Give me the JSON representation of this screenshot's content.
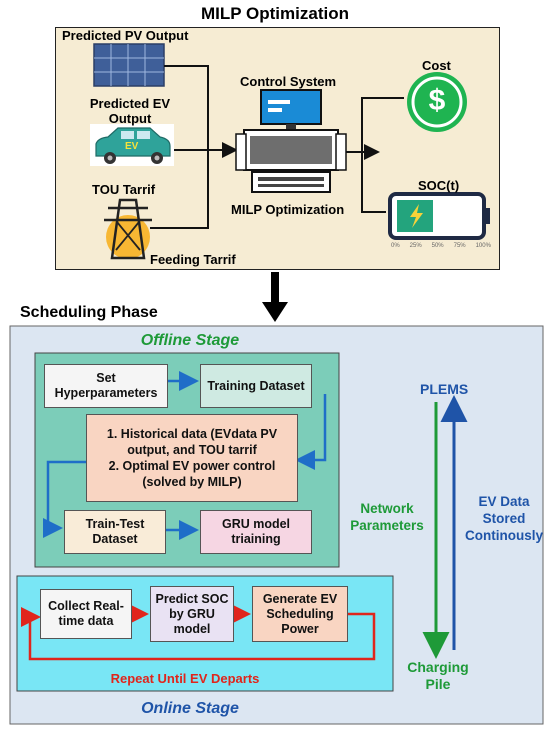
{
  "milp": {
    "title": "MILP Optimization",
    "pv_label": "Predicted PV Output",
    "ev_label": "Predicted EV Output",
    "tou_label": "TOU Tarrif",
    "feeding_label": "Feeding Tarrif",
    "control_label": "Control System",
    "milp_label": "MILP Optimization",
    "cost_label": "Cost",
    "soc_label": "SOC(t)",
    "ev_badge": "EV",
    "dollar": "$",
    "soc_ticks": [
      "0%",
      "25%",
      "50%",
      "75%",
      "100%"
    ]
  },
  "scheduling": {
    "title": "Scheduling Phase",
    "offline": {
      "title": "Offline Stage",
      "set_hyper": "Set Hyperparameters",
      "training_dataset": "Training Dataset",
      "historical": "1. Historical data (EVdata PV output, and TOU tarrif\n2. Optimal EV power control (solved by MILP)",
      "train_test": "Train-Test Dataset",
      "gru_training": "GRU model triaining"
    },
    "online": {
      "title": "Online Stage",
      "collect": "Collect Real-time data",
      "predict": "Predict SOC by GRU model",
      "generate": "Generate EV Scheduling Power",
      "repeat": "Repeat Until EV Departs"
    },
    "plems": "PLEMS",
    "network": "Network Parameters",
    "ev_data": "EV Data Stored Continously",
    "charging_pile": "Charging Pile"
  },
  "colors": {
    "top_panel": "#f6ecd3",
    "bottom_panel": "#dce6f2",
    "offline_panel": "#7ccdb9",
    "online_panel": "#79e6f5",
    "green_text": "#1e9a38",
    "blue_text": "#1f54a8",
    "red_text": "#e0251c"
  }
}
